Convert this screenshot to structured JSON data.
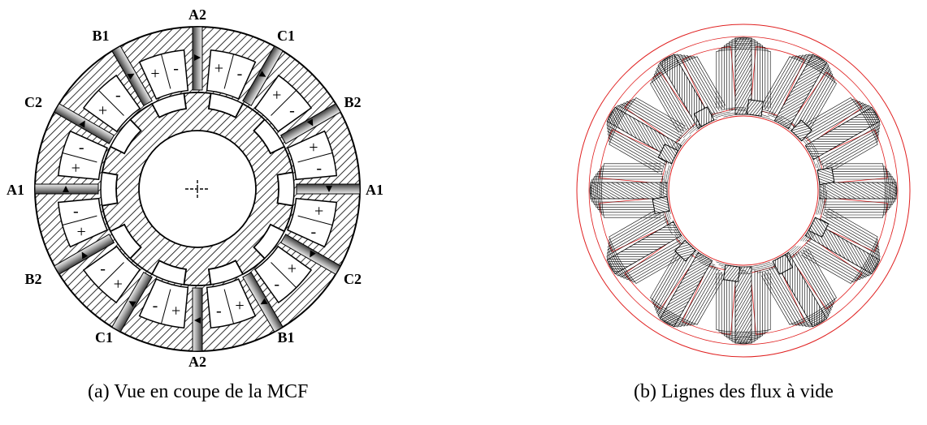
{
  "figure_a": {
    "caption": "(a) Vue en coupe de la MCF",
    "phase_labels": {
      "top": "A2",
      "bottom": "A2",
      "left": "A1",
      "right": "A1",
      "upper_left": "B1",
      "upper_right": "C1",
      "left_upper": "C2",
      "right_upper": "B2",
      "left_lower": "B2",
      "right_lower": "C2",
      "lower_left": "C1",
      "lower_right": "B1"
    },
    "winding_signs": {
      "plus": "+",
      "minus": "-"
    },
    "stator_slots": 12,
    "rotor_teeth": 10
  },
  "figure_b": {
    "caption": "(b) Lignes des flux à vide",
    "outline_color": "#e02020"
  },
  "colors": {
    "hatch": "#000000",
    "magnet_dark": "#4a4a4a",
    "magnet_light": "#e6e6e6"
  }
}
